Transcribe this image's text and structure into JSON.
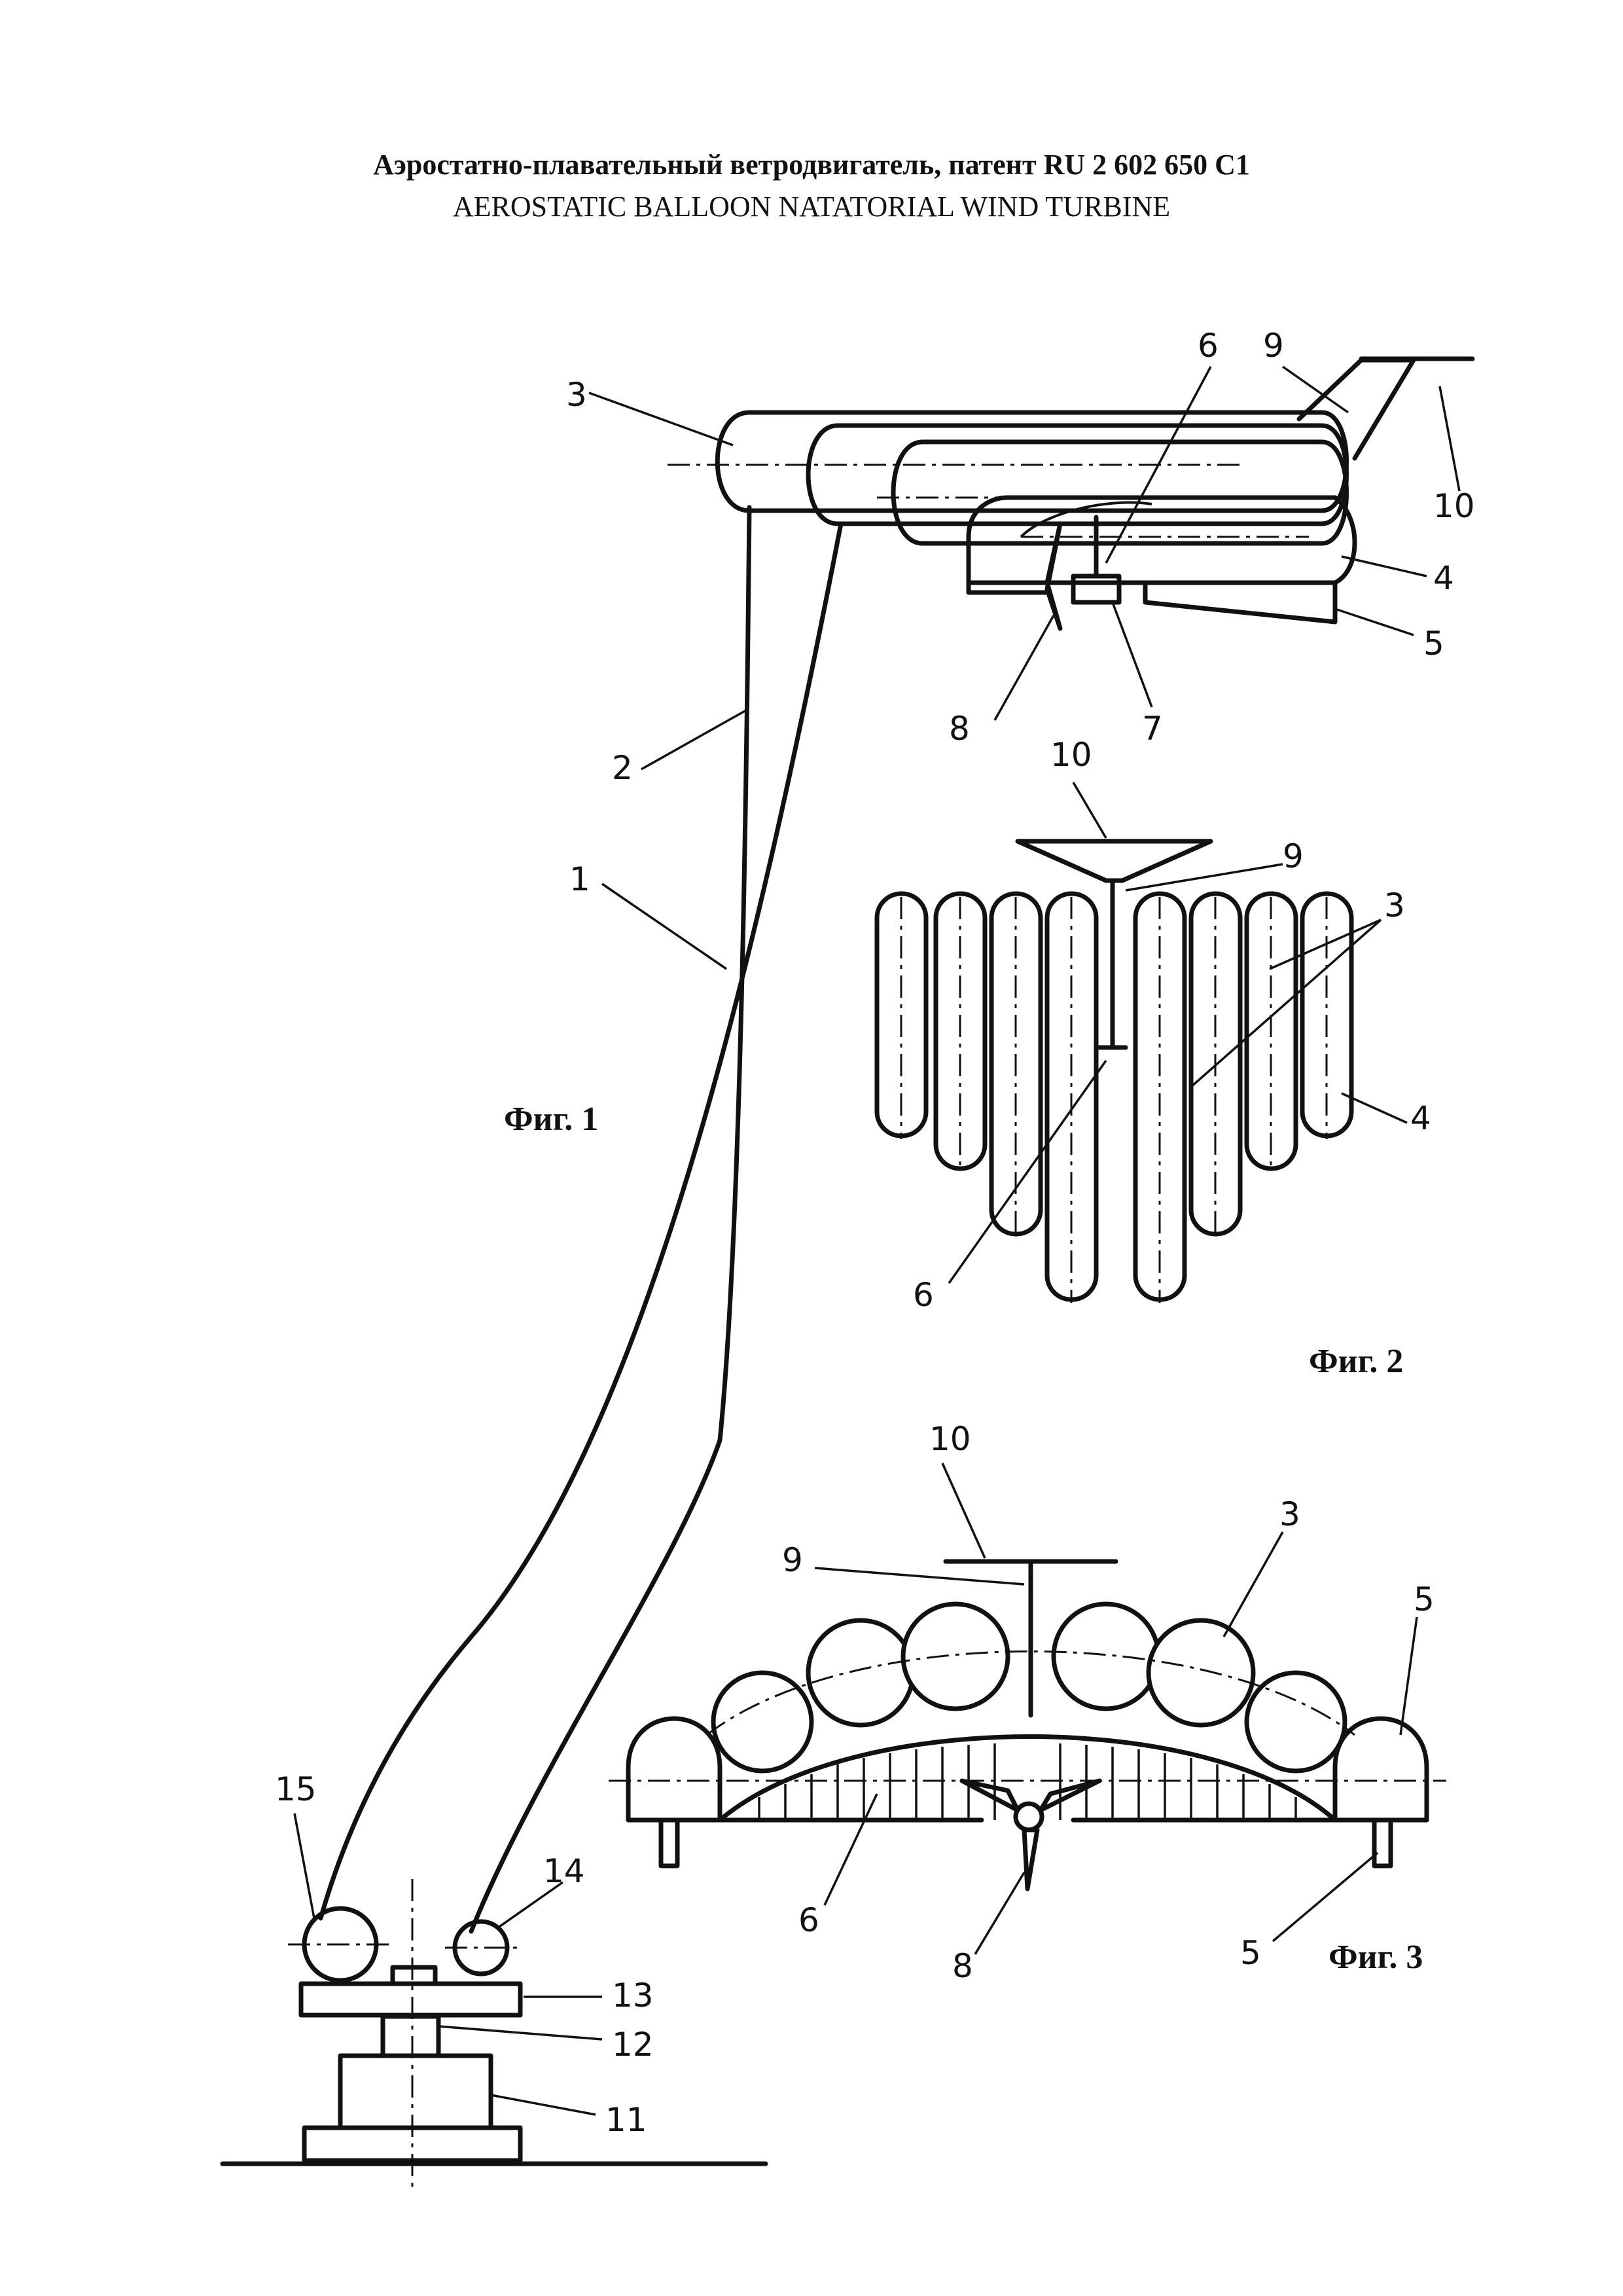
{
  "header": {
    "title_ru": "Аэростатно-плавательный ветродвигатель, патент RU 2 602 650 C1",
    "title_en": "AEROSTATIC BALLOON NATATORIAL WIND TURBINE"
  },
  "figures": {
    "fig1": {
      "label": "Фиг. 1",
      "callouts": [
        "1",
        "2",
        "3",
        "4",
        "5",
        "6",
        "7",
        "8",
        "9",
        "10",
        "11",
        "12",
        "13",
        "14",
        "15"
      ]
    },
    "fig2": {
      "label": "Фиг. 2",
      "callouts": [
        "3",
        "4",
        "6",
        "9",
        "10"
      ]
    },
    "fig3": {
      "label": "Фиг. 3",
      "callouts": [
        "3",
        "5",
        "5",
        "6",
        "8",
        "9",
        "10"
      ]
    }
  }
}
